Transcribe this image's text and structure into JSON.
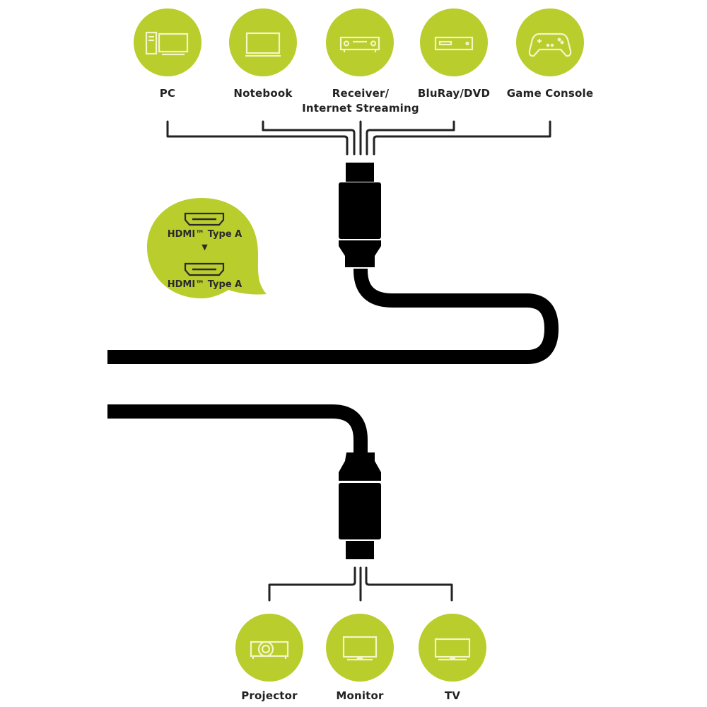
{
  "colors": {
    "accent": "#b9cd2d",
    "icon_stroke": "#f4f6c8",
    "cable": "#000000",
    "text": "#222222",
    "background": "#ffffff"
  },
  "sources": [
    {
      "label": "PC",
      "icon": "pc-icon"
    },
    {
      "label": "Notebook",
      "icon": "notebook-icon"
    },
    {
      "label": "Receiver/\nInternet Streaming",
      "label_line1": "Receiver/",
      "label_line2": "Internet Streaming",
      "icon": "receiver-icon"
    },
    {
      "label": "BluRay/DVD",
      "icon": "bluray-player-icon"
    },
    {
      "label": "Game Console",
      "icon": "gamepad-icon"
    }
  ],
  "connector_badge": {
    "top_label": "HDMI™ Type A",
    "arrow": "▼",
    "bottom_label": "HDMI™ Type A",
    "icon": "hdmi-port-icon"
  },
  "targets": [
    {
      "label": "Projector",
      "icon": "projector-icon"
    },
    {
      "label": "Monitor",
      "icon": "monitor-icon"
    },
    {
      "label": "TV",
      "icon": "tv-icon"
    }
  ]
}
